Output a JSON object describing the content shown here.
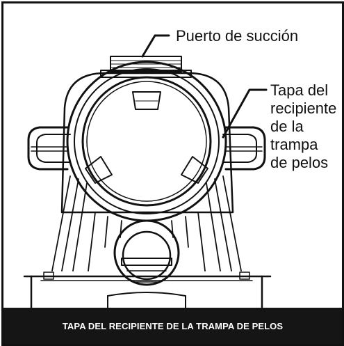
{
  "labels": {
    "suction_port": "Puerto de succión",
    "lid_lines": [
      "Tapa del",
      "recipiente",
      "de la",
      "trampa",
      "de pelos"
    ]
  },
  "caption": "TAPA DEL RECIPIENTE DE LA TRAMPA DE PELOS",
  "colors": {
    "line": "#111111",
    "caption_bg": "#151515",
    "caption_text": "#ffffff"
  }
}
